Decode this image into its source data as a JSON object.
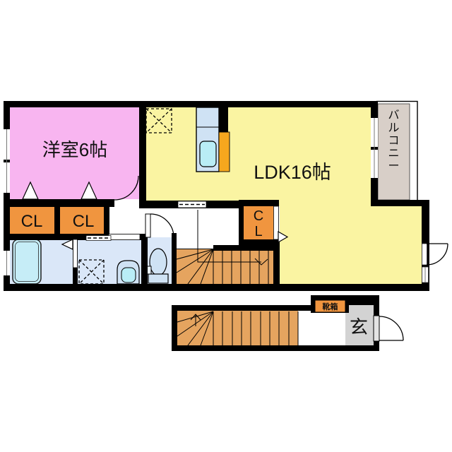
{
  "floorplan": {
    "upper": {
      "western_room_label": "洋室6帖",
      "ldk_label": "LDK16帖",
      "balcony_label": "バルコニー",
      "closet_a_label": "CL",
      "closet_b_label": "CL",
      "hall_closet_line1": "C",
      "hall_closet_line2": "L"
    },
    "lower": {
      "entrance_label": "玄",
      "shoebox_label": "靴箱"
    },
    "colors": {
      "wall": "#000000",
      "western_room": "#F8B5F0",
      "ldk": "#FAF4A2",
      "closet": "#F0953F",
      "stairs": "#E5A45F",
      "appliance": "#F6A71E",
      "balcony_floor": "#D8CFC8",
      "wet_floor": "#DAE7F8",
      "fixture": "#CFE2F4",
      "water": "#B9EDF6",
      "entrance_floor": "#D3D3D3"
    }
  }
}
